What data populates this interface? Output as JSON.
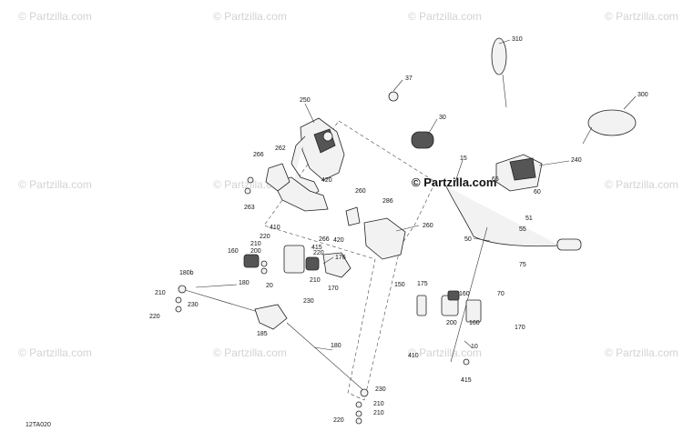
{
  "watermark_text": "© Partzilla.com",
  "center_watermark": "© Partzilla.com",
  "diagram_code": "12TA020",
  "callouts": [
    "310",
    "37",
    "300",
    "250",
    "30",
    "240",
    "266",
    "262",
    "420",
    "15",
    "65",
    "60",
    "260",
    "286",
    "263",
    "51",
    "55",
    "410",
    "260",
    "220",
    "266",
    "420",
    "210",
    "200",
    "415",
    "160",
    "220",
    "176",
    "50",
    "75",
    "180b",
    "210",
    "230",
    "180",
    "20",
    "210",
    "170",
    "150",
    "175",
    "160",
    "70",
    "220",
    "230",
    "185",
    "200",
    "160",
    "170",
    "180",
    "410",
    "10",
    "415",
    "230",
    "210",
    "220",
    "210"
  ]
}
